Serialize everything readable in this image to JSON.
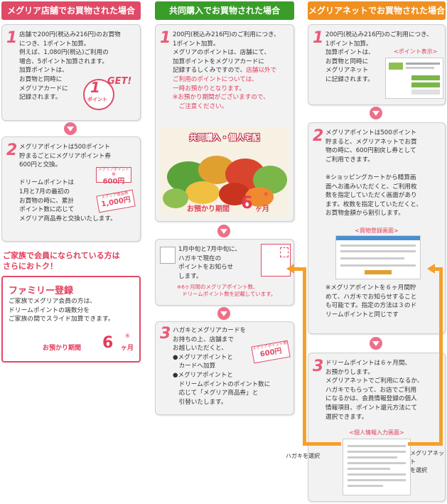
{
  "headers": {
    "store": "メグリア店舗でお買物された場合",
    "coop": "共同購入でお買物された場合",
    "net": "メグリアネットでお買物された場合"
  },
  "store": {
    "step1": {
      "num": "1",
      "text": "店舗で200円(税込み216円)のお買物\nにつき、1ポイント加算。\n例えば、1,080円(税込)ご利用の\n場合、5ポイント加算されます。\n加算ポイントは、\nお買物と同時に\nメグリアカードに\n記録されます。",
      "get_badge": "1",
      "get_label": "GET!",
      "get_unit": "ポイント"
    },
    "step2": {
      "num": "2",
      "text": "メグリアポイントは500ポイント\n貯まるごとにメグリアポイント券\n600円と交換。\n\nドリームポイントは\n1月と7月の最初の\nお買物の時に、累計\nポイント数に応じて\nメグリア商品券と交換いたします。",
      "voucher1_small": "メグリアポイント券",
      "voucher1_amount": "600円",
      "voucher2_small": "メグリア商品券",
      "voucher2_amount": "1,000円"
    },
    "family": {
      "headline": "ご家族で会員になられている方は\nさらにおトク！",
      "title": "ファミリー登録",
      "text": "ご家族でメグリア会員の方は、\nドリームポイントの端数分を\nご家族の間でスライド加算できます。",
      "period_label": "お預かり期間",
      "period_num": "6",
      "period_unit": "ヶ月",
      "mark": "※"
    }
  },
  "coop": {
    "step1": {
      "num": "1",
      "text_black": "200円(税込み216円)のご利用につき、\n1ポイント加算。\nメグリアのポイントは、店舗にて、\n加算ポイントをメグリアカードに\n記録するしくみですので、",
      "text_red1": "店舗以外で",
      "text_red2": "ご利用のポイントについては、\n一時お預かりとなります。\n※お預かり期間がございますので、\n　ご注意ください。",
      "photo_title": "共同購入・個人宅配",
      "period_label": "お預かり期間",
      "period_num": "6",
      "period_unit": "ヶ月",
      "mark": "※"
    },
    "step_postcard": {
      "text": "1月中旬と7月中旬に、\nハガキで現在の\nポイントをお知らせ\nします。",
      "note": "※6ヶ月間のメグリアポイント数、\n　ドリームポイント数を記載しています。"
    },
    "step3": {
      "num": "3",
      "text": "ハガキとメグリアカードを\nお持ちの上、店舗まで\nお越しいただくと、\n●メグリアポイントと\n　カードへ加算\n●メグリアポイントと\n　ドリームポイントのポイント数に\n　応じて「メグリア商品券」と\n　引替いたします。",
      "voucher_small": "メグリアポイント券",
      "voucher_amount": "600円"
    }
  },
  "net": {
    "step1": {
      "num": "1",
      "text": "200円(税込み216円)のご利用につき、\n1ポイント加算。\n加算ポイントは、\nお買物と同時に\nメグリアネット\nに記録されます。",
      "point_display_label": "<ポイント表示>"
    },
    "step2": {
      "num": "2",
      "text": "メグリアポイントは500ポイント\n貯まると、メグリアネットでお買\n物の時に、600円割戻し券として\nご利用できます。\n\n※ショッピングカートから精算画\n面へお進みいただくと、ご利用枚\n数を指定していただく画面があり\nます。枚数を指定していただくと、\nお買物金額から割引します。",
      "screen_label": "<買物登録画面>",
      "text2": "※メグリアポイントを６ヶ月間貯\nめて、ハガキでお知らせすること\nも可能です。指定の方法は３のド\nリームポイントと同じです"
    },
    "step3": {
      "num": "3",
      "text": "ドリームポイントは６ヶ月間、\nお預かりします。\nメグリアネットでご利用になるか、\nハガキでもらって、お店でご利用\nになるかは、会員情報登録の個人\n情報項目、ポイント還元方法にて\n選択できます。",
      "screen_label": "<個人情報入力画面>"
    },
    "choice_postcard": "ハガキを選択",
    "choice_net": "メグリアネット\nを選択"
  },
  "colors": {
    "store_header": "#e04a66",
    "coop_header": "#3a9d2a",
    "net_header": "#f09020",
    "accent_pink": "#ee6f8a",
    "accent_orange": "#f5a02a"
  }
}
